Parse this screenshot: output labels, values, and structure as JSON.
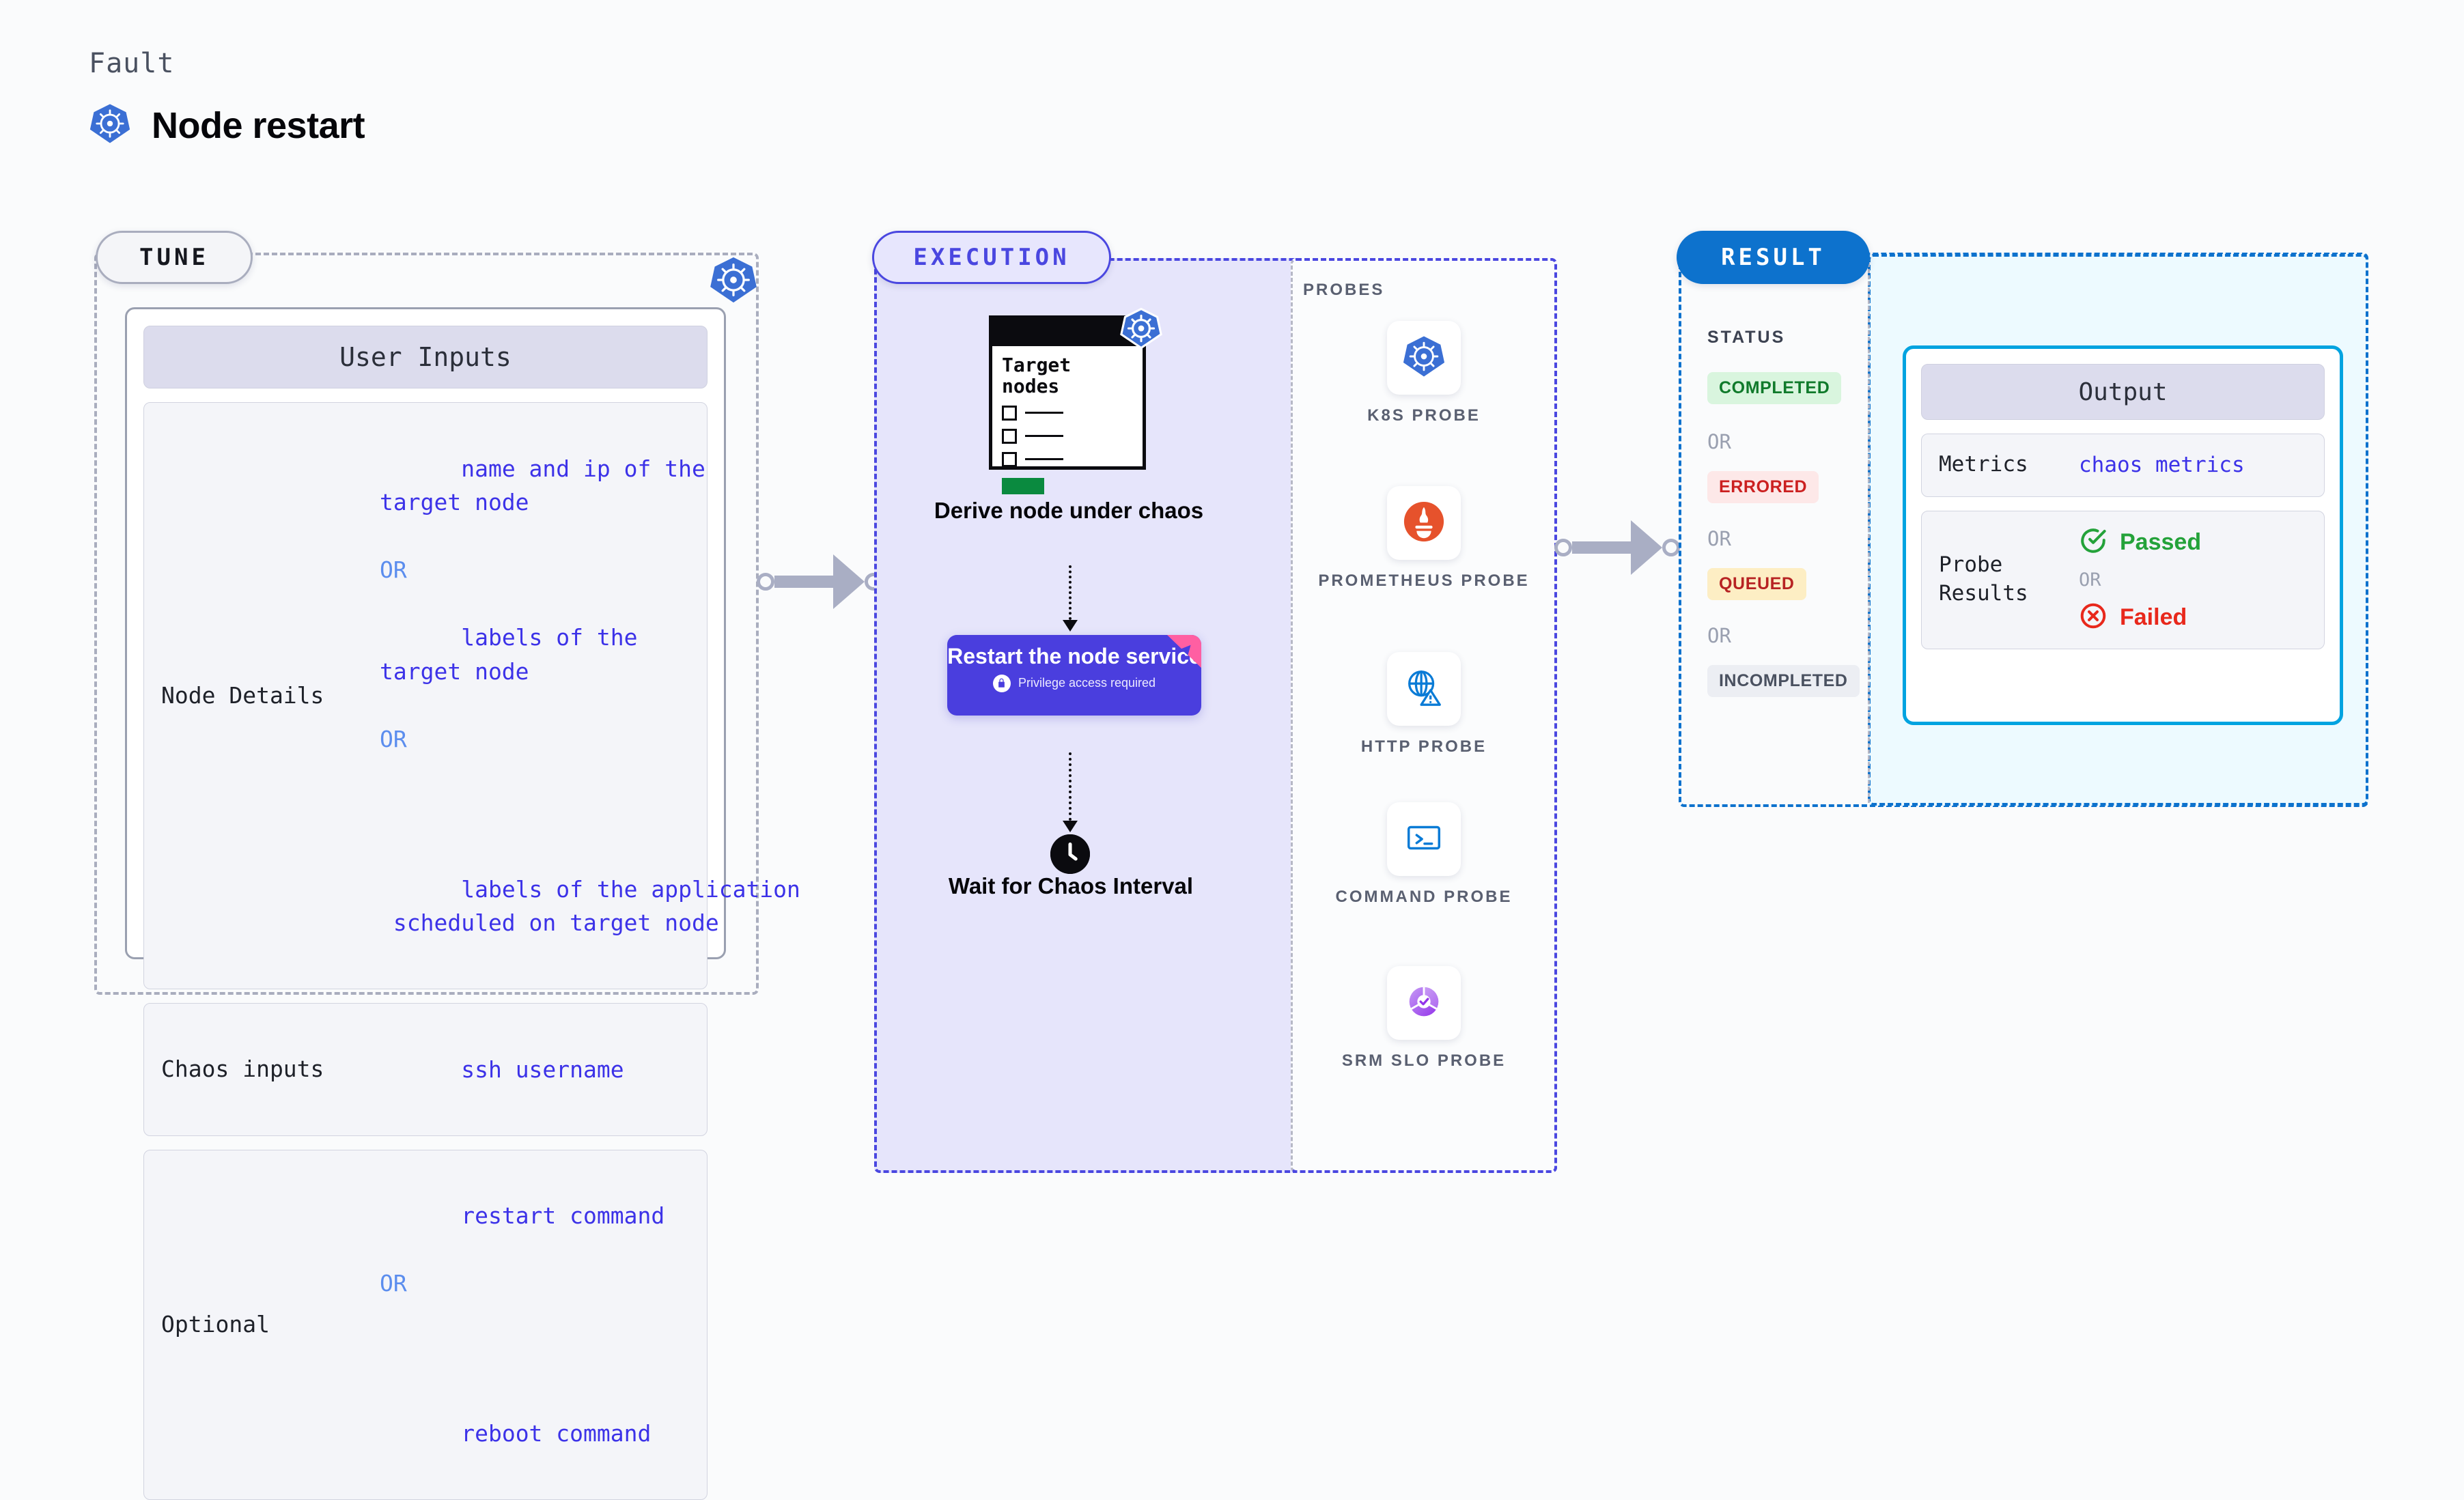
{
  "header": {
    "fault_label": "Fault",
    "title": "Node restart",
    "icon": "kubernetes-icon"
  },
  "stages": {
    "tune": {
      "pill_label": "TUNE",
      "badge_icon": "kubernetes-icon"
    },
    "execution": {
      "pill_label": "EXECUTION"
    },
    "result": {
      "pill_label": "RESULT"
    }
  },
  "tune": {
    "card_title": "User Inputs",
    "rows": [
      {
        "key": "Node Details",
        "values": [
          "name and ip of the\ntarget node",
          "OR",
          "labels of the\ntarget node",
          "OR",
          "",
          "labels of the application\n scheduled on target node"
        ]
      },
      {
        "key": "Chaos inputs",
        "values": [
          "ssh username"
        ]
      },
      {
        "key": "Optional",
        "values": [
          "restart command",
          "OR",
          "",
          "reboot command"
        ]
      }
    ]
  },
  "execution": {
    "target_card": {
      "title": "Target\nnodes",
      "badge_icon": "kubernetes-icon",
      "checkbox_rows": 3,
      "progress_bar_color": "#0a8a3f"
    },
    "steps": [
      {
        "caption": "Derive node under chaos"
      },
      {
        "caption": "Restart the node service",
        "privilege_note": "Privilege access required",
        "privilege_icon": "lock-icon",
        "ribbon_icon": "flag-ribbon-icon",
        "card_color": "#4a3ede",
        "ribbon_color": "#ff5fa2"
      },
      {
        "caption": "Wait for Chaos Interval",
        "icon": "clock-icon"
      }
    ]
  },
  "probes": {
    "label": "PROBES",
    "items": [
      {
        "label": "K8S PROBE",
        "icon": "kubernetes-icon"
      },
      {
        "label": "PROMETHEUS PROBE",
        "icon": "prometheus-icon"
      },
      {
        "label": "HTTP PROBE",
        "icon": "globe-warning-icon"
      },
      {
        "label": "COMMAND PROBE",
        "icon": "terminal-icon"
      },
      {
        "label": "SRM SLO PROBE",
        "icon": "srm-slo-donut-icon"
      }
    ]
  },
  "result": {
    "status_label": "STATUS",
    "or_label": "OR",
    "statuses": [
      {
        "label": "COMPLETED",
        "bg": "#d9f5de",
        "fg": "#107a2b"
      },
      {
        "label": "ERRORED",
        "bg": "#fde8e8",
        "fg": "#cb2020"
      },
      {
        "label": "QUEUED",
        "bg": "#fdeec4",
        "fg": "#b72323"
      },
      {
        "label": "INCOMPLETED",
        "bg": "#eceef3",
        "fg": "#4a5160"
      }
    ],
    "output": {
      "title": "Output",
      "metrics_key": "Metrics",
      "metrics_value": "chaos metrics",
      "probe_results_key": "Probe Results",
      "passed_label": "Passed",
      "passed_icon": "check-circle-icon",
      "passed_color": "#24a23a",
      "or_label": "OR",
      "failed_label": "Failed",
      "failed_icon": "x-circle-icon",
      "failed_color": "#e8281c"
    }
  },
  "colors": {
    "tune_accent": "#a9adbe",
    "execution_accent": "#4a47e0",
    "result_accent": "#0d72cd",
    "output_accent": "#00a3e0",
    "code_text": "#3c32e8",
    "or_text": "#5b8dee"
  }
}
